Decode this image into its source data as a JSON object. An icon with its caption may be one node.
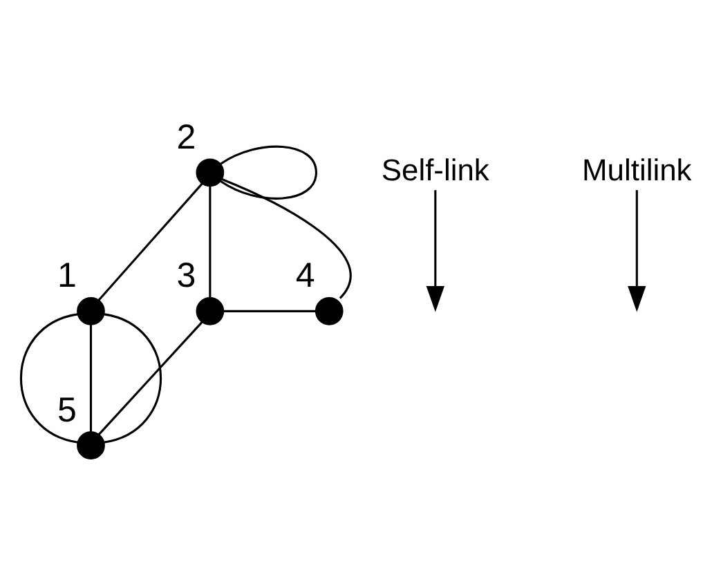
{
  "diagram": {
    "nodes": [
      {
        "text": [],
        "shape": "circle",
        "beside": [
          "2"
        ]
      },
      {
        "text": [],
        "shape": "circle",
        "beside": [
          "1"
        ]
      },
      {
        "text": [],
        "shape": "circle",
        "beside": [
          "3"
        ]
      },
      {
        "text": [],
        "shape": "circle",
        "beside": [
          "4"
        ]
      },
      {
        "text": [],
        "shape": "circle",
        "beside": [
          "5"
        ]
      },
      {
        "text": [
          "Self-link"
        ]
      },
      {
        "text": [
          "Multilink"
        ]
      }
    ],
    "edges": [
      {
        "from": 0,
        "to": 0,
        "arrow": "none"
      },
      {
        "from": 0,
        "to": 1,
        "arrow": "none"
      },
      {
        "from": 0,
        "to": 2,
        "arrow": "none"
      },
      {
        "from": 0,
        "to": 3,
        "arrow": "none"
      },
      {
        "from": 2,
        "to": 3,
        "arrow": "none"
      },
      {
        "from": 1,
        "to": 4,
        "arrow": "none"
      },
      {
        "from": 1,
        "to": 4,
        "arrow": "none"
      },
      {
        "from": 1,
        "to": 4,
        "arrow": "none"
      },
      {
        "from": 2,
        "to": 4,
        "arrow": "none"
      },
      {
        "from": 5,
        "to": null,
        "arrow": "to"
      },
      {
        "from": 6,
        "to": null,
        "arrow": "to"
      }
    ]
  }
}
